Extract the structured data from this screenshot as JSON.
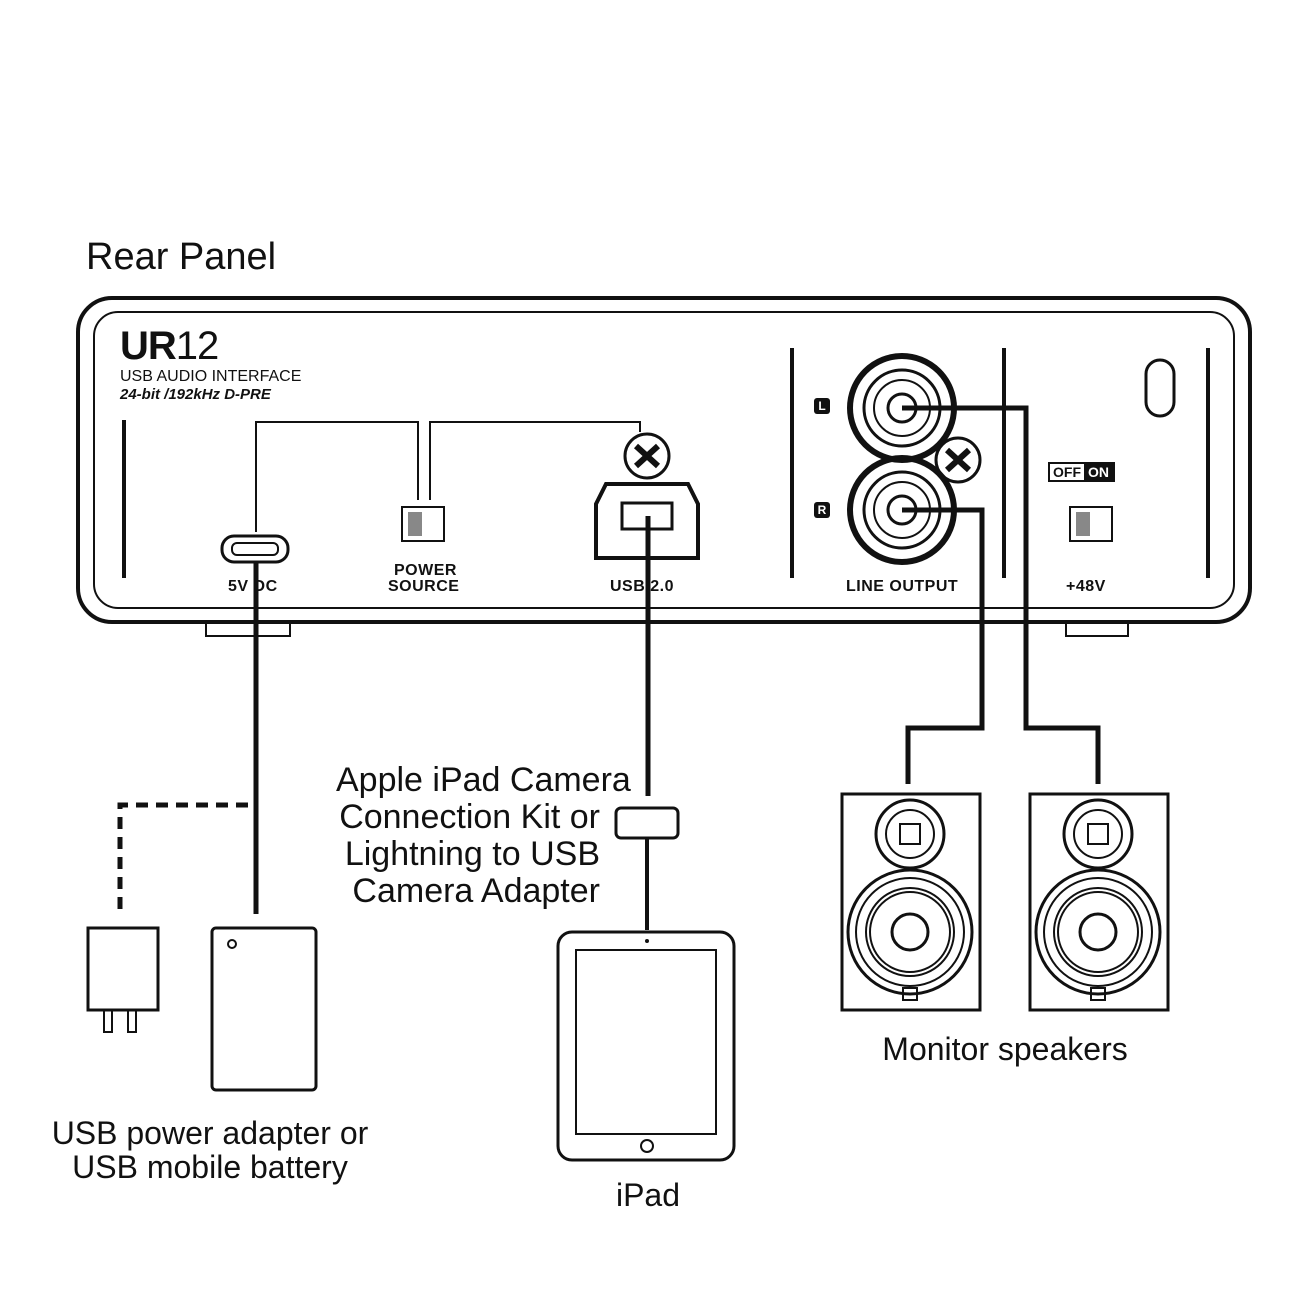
{
  "title": "Rear Panel",
  "device": {
    "model_prefix": "UR",
    "model_number": "12",
    "subtitle_line1": "USB AUDIO INTERFACE",
    "subtitle_line2": "24-bit /192kHz D-PRE"
  },
  "ports": {
    "dc_label": "5V DC",
    "power_source_line1": "POWER",
    "power_source_line2": "SOURCE",
    "usb_label": "USB 2.0",
    "line_output_label": "LINE OUTPUT",
    "channel_left": "L",
    "channel_right": "R",
    "phantom_off": "OFF",
    "phantom_on": "ON",
    "phantom_label": "+48V"
  },
  "connections": {
    "adapter_line1": "Apple iPad Camera",
    "adapter_line2": "Connection Kit or",
    "adapter_line3": "Lightning to USB",
    "adapter_line4": "Camera Adapter"
  },
  "devices": {
    "power_line1": "USB power adapter or",
    "power_line2": "USB mobile battery",
    "ipad": "iPad",
    "speakers": "Monitor speakers"
  }
}
